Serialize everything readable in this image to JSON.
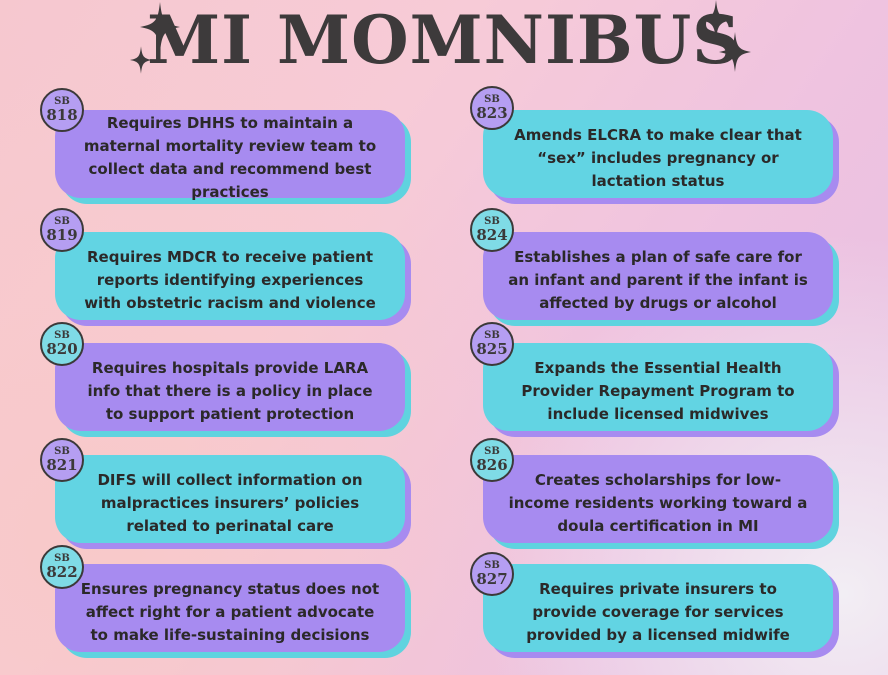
{
  "title": "MI MOMNIBUS",
  "bills": [
    {
      "prefix": "SB",
      "number": "818",
      "text": "Requires DHHS to maintain a maternal mortality review team to collect data and recommend best practices",
      "color": "purple"
    },
    {
      "prefix": "SB",
      "number": "819",
      "text": "Requires MDCR to receive patient reports identifying experiences with obstetric racism and violence",
      "color": "cyan"
    },
    {
      "prefix": "SB",
      "number": "820",
      "text": "Requires hospitals provide LARA info that there is a policy in place to support patient protection",
      "color": "purple"
    },
    {
      "prefix": "SB",
      "number": "821",
      "text": "DIFS will collect information on malpractices insurers’ policies related to perinatal care",
      "color": "cyan"
    },
    {
      "prefix": "SB",
      "number": "822",
      "text": "Ensures pregnancy status does not affect right for a patient advocate to make life-sustaining decisions",
      "color": "purple"
    },
    {
      "prefix": "SB",
      "number": "823",
      "text": "Amends ELCRA to make clear that “sex” includes pregnancy or lactation status",
      "color": "cyan"
    },
    {
      "prefix": "SB",
      "number": "824",
      "text": "Establishes a plan of safe care for an infant and parent if the infant is affected by drugs or alcohol",
      "color": "purple"
    },
    {
      "prefix": "SB",
      "number": "825",
      "text": "Expands the Essential Health Provider Repayment Program to include licensed midwives",
      "color": "cyan"
    },
    {
      "prefix": "SB",
      "number": "826",
      "text": "Creates scholarships for low-income residents working toward a doula certification in MI",
      "color": "purple"
    },
    {
      "prefix": "SB",
      "number": "827",
      "text": "Requires private insurers to provide coverage for services provided by a licensed midwife",
      "color": "cyan"
    }
  ],
  "colors": {
    "purple": "#a78bf0",
    "cyan": "#62d4e3",
    "title": "#3d3a3b"
  },
  "icons": [
    "sparkle-icon"
  ]
}
